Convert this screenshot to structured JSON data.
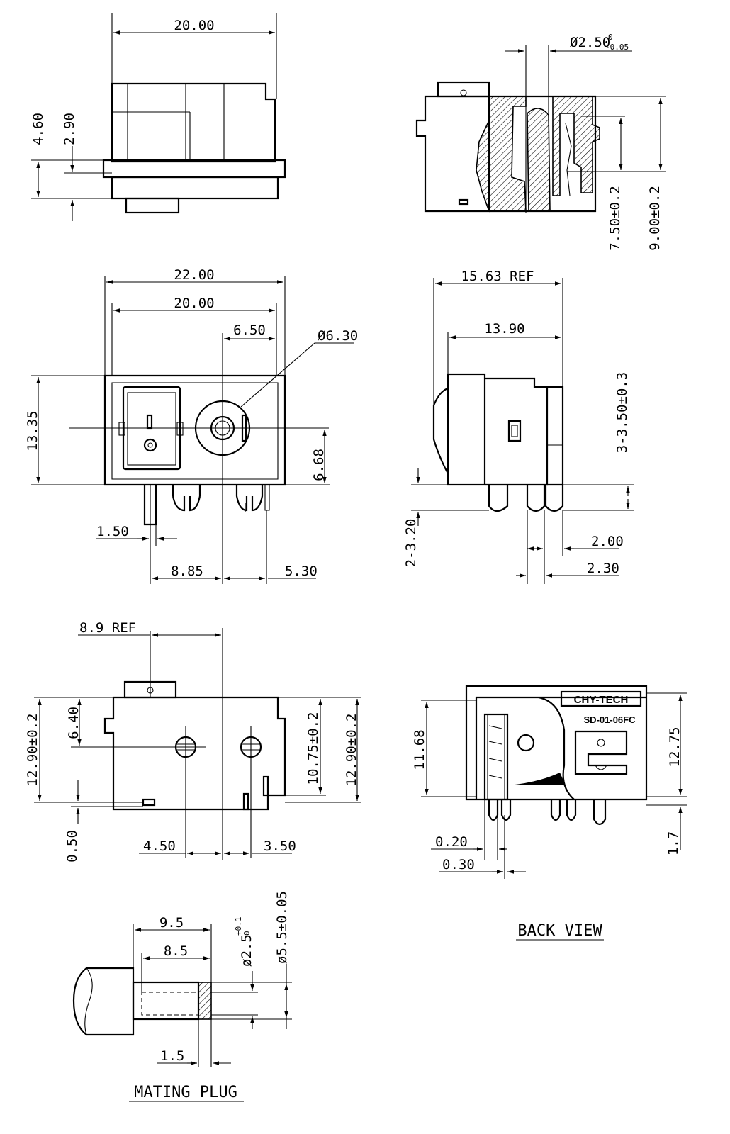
{
  "top_view": {
    "width_dim": "20.00",
    "h1": "4.60",
    "h2": "2.90"
  },
  "side_section_view": {
    "pin_dia": "Ø2.50",
    "pin_dia_tol_upper": "0",
    "pin_dia_tol_lower": "-0.05",
    "h1": "7.50±0.2",
    "h2": "9.00±0.2"
  },
  "front_view": {
    "overall_width": "22.00",
    "body_width": "20.00",
    "jack_offset": "6.50",
    "jack_dia": "Ø6.30",
    "height": "13.35",
    "center_height": "6.68",
    "pin_width": "1.50",
    "pin_spacing_1": "8.85",
    "pin_spacing_2": "5.30"
  },
  "right_view": {
    "ref_length": "15.63 REF",
    "length": "13.90",
    "pin_length": "3-3.50±0.3",
    "pin_width_a": "2-3.20",
    "pin_width_b": "2.00",
    "pin_width_c": "2.30"
  },
  "bottom_view": {
    "ref_dim": "8.9 REF",
    "h_left": "12.90±0.2",
    "h_mid": "6.40",
    "h_inner": "10.75±0.2",
    "h_right": "12.90±0.2",
    "offset": "0.50",
    "spacing_1": "4.50",
    "spacing_2": "3.50"
  },
  "back_view": {
    "brand": "CHY-TECH",
    "model": "SD-01-06FC",
    "height_left": "11.68",
    "height_right": "12.75",
    "pin_len": "1.7",
    "gap_1": "0.20",
    "gap_2": "0.30",
    "caption": "BACK VIEW"
  },
  "mating_plug": {
    "len_1": "9.5",
    "len_2": "8.5",
    "inner_dia": "ø2.5",
    "inner_tol_upper": "+0.1",
    "inner_tol_lower": "0",
    "outer_dia": "ø5.5±0.05",
    "ring": "1.5",
    "caption": "MATING PLUG"
  }
}
